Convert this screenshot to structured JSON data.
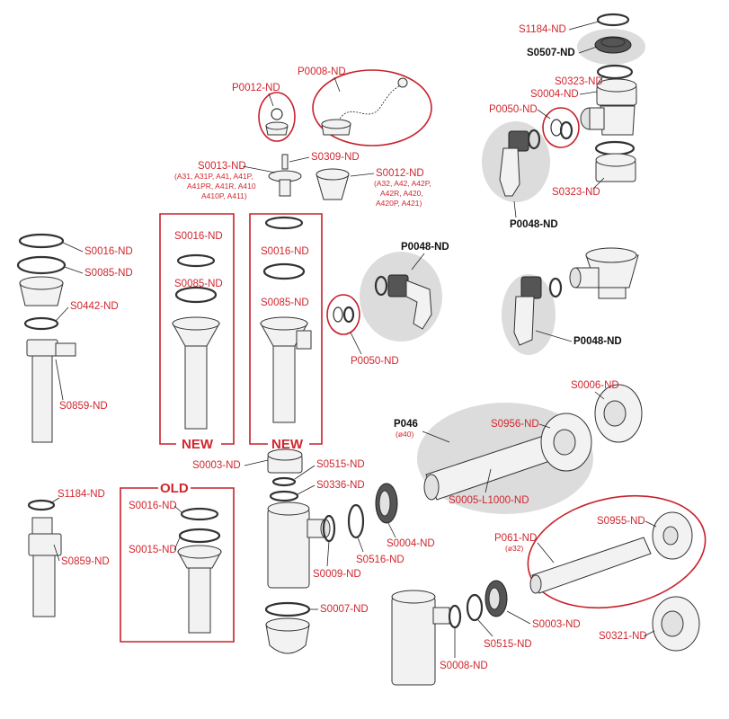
{
  "labels": {
    "s1184_top": "S1184-ND",
    "s0507": "S0507-ND",
    "s0323_top": "S0323-ND",
    "s0004_top": "S0004-ND",
    "p0050_top": "P0050-ND",
    "s0323_mid": "S0323-ND",
    "p0048_top": "P0048-ND",
    "p0012": "P0012-ND",
    "p0008": "P0008-ND",
    "s0013": "S0013-ND",
    "s0013_note1": "(A31, A31P, A41, A41P,",
    "s0013_note2": "A41PR, A41R, A410",
    "s0013_note3": "A410P, A411)",
    "s0309": "S0309-ND",
    "s0012": "S0012-ND",
    "s0012_note1": "(A32, A42, A42P,",
    "s0012_note2": "A42R, A420,",
    "s0012_note3": "A420P, A421)",
    "left_s0016": "S0016-ND",
    "left_s0085": "S0085-ND",
    "left_s0442": "S0442-ND",
    "left_s0859": "S0859-ND",
    "new1_s0016": "S0016-ND",
    "new1_s0085": "S0085-ND",
    "new1_badge": "NEW",
    "new2_s0016": "S0016-ND",
    "new2_s0085": "S0085-ND",
    "new2_badge": "NEW",
    "p0048_mid": "P0048-ND",
    "p0050_mid": "P0050-ND",
    "p0048_right": "P0048-ND",
    "s0006": "S0006-ND",
    "p046": "P046",
    "p046_dia": "(ø40)",
    "s0956": "S0956-ND",
    "s0005": "S0005-L1000-ND",
    "s0003_top": "S0003-ND",
    "s0515_top": "S0515-ND",
    "s0336": "S0336-ND",
    "s0004_mid": "S0004-ND",
    "s0516": "S0516-ND",
    "s0009": "S0009-ND",
    "s0007": "S0007-ND",
    "s1184_left": "S1184-ND",
    "s0859_left": "S0859-ND",
    "old_badge": "OLD",
    "old_s0016": "S0016-ND",
    "old_s0015": "S0015-ND",
    "p061": "P061-ND",
    "p061_dia": "(ø32)",
    "s0955": "S0955-ND",
    "s0003_bot": "S0003-ND",
    "s0515_bot": "S0515-ND",
    "s0008": "S0008-ND",
    "s0321": "S0321-ND"
  },
  "colors": {
    "label_red": "#d0262e",
    "label_black": "#111111",
    "frame_red": "#c8202b",
    "group_gray": "#dcdcdc"
  }
}
